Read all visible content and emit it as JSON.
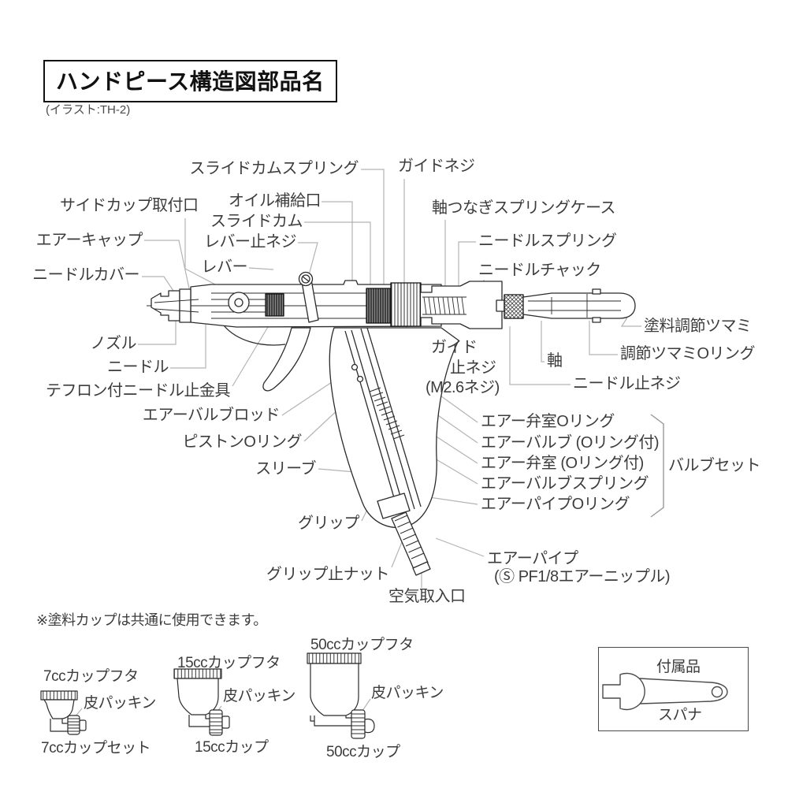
{
  "header": {
    "title": "ハンドピース構造図部品名",
    "subtitle": "(イラスト:TH-2)"
  },
  "note": "※塗料カップは共通に使用できます。",
  "labels": {
    "slide_cam_spring": "スライドカムスプリング",
    "guide_screw": "ガイドネジ",
    "side_cup_port": "サイドカップ取付口",
    "oil_port": "オイル補給口",
    "slide_cam": "スライドカム",
    "shaft_spring_case": "軸つなぎスプリングケース",
    "air_cap": "エアーキャップ",
    "lever_stop_screw": "レバー止ネジ",
    "needle_spring": "ニードルスプリング",
    "lever": "レバー",
    "needle_chuck": "ニードルチャック",
    "needle_cover": "ニードルカバー",
    "paint_adjust_knob": "塗料調節ツマミ",
    "adjust_knob_oring": "調節ツマミOリング",
    "nozzle": "ノズル",
    "shaft": "軸",
    "needle": "ニードル",
    "needle_stop_screw": "ニードル止ネジ",
    "guide_stop_screw_1": "ガイド",
    "guide_stop_screw_2": "止ネジ",
    "guide_stop_screw_3": "(M2.6ネジ)",
    "teflon_needle_fitting": "テフロン付ニードル止金具",
    "air_valve_rod": "エアーバルブロッド",
    "piston_oring": "ピストンOリング",
    "sleeve": "スリーブ",
    "air_valve_chamber_oring": "エアー弁室Oリング",
    "air_valve_with_oring": "エアーバルブ (Oリング付)",
    "air_valve_chamber_with_oring": "エアー弁室 (Oリング付)",
    "air_valve_spring": "エアーバルブスプリング",
    "air_pipe_oring": "エアーパイプOリング",
    "valve_set": "バルブセット",
    "grip": "グリップ",
    "grip_stop_nut": "グリップ止ナット",
    "air_intake": "空気取入口",
    "air_pipe_1": "エアーパイプ",
    "air_pipe_2": "(Ⓢ PF1/8エアーニップル)"
  },
  "cups": {
    "cup7_lid": "7ccカップフタ",
    "cup7_packing": "皮パッキン",
    "cup7_set": "7ccカップセット",
    "cup15_lid": "15ccカップフタ",
    "cup15_packing": "皮パッキン",
    "cup15_cup": "15ccカップ",
    "cup50_lid": "50ccカップフタ",
    "cup50_packing": "皮パッキン",
    "cup50_cup": "50ccカップ"
  },
  "accessories": {
    "box_title": "付属品",
    "spanner": "スパナ",
    "icon": "open-end-wrench-icon"
  }
}
